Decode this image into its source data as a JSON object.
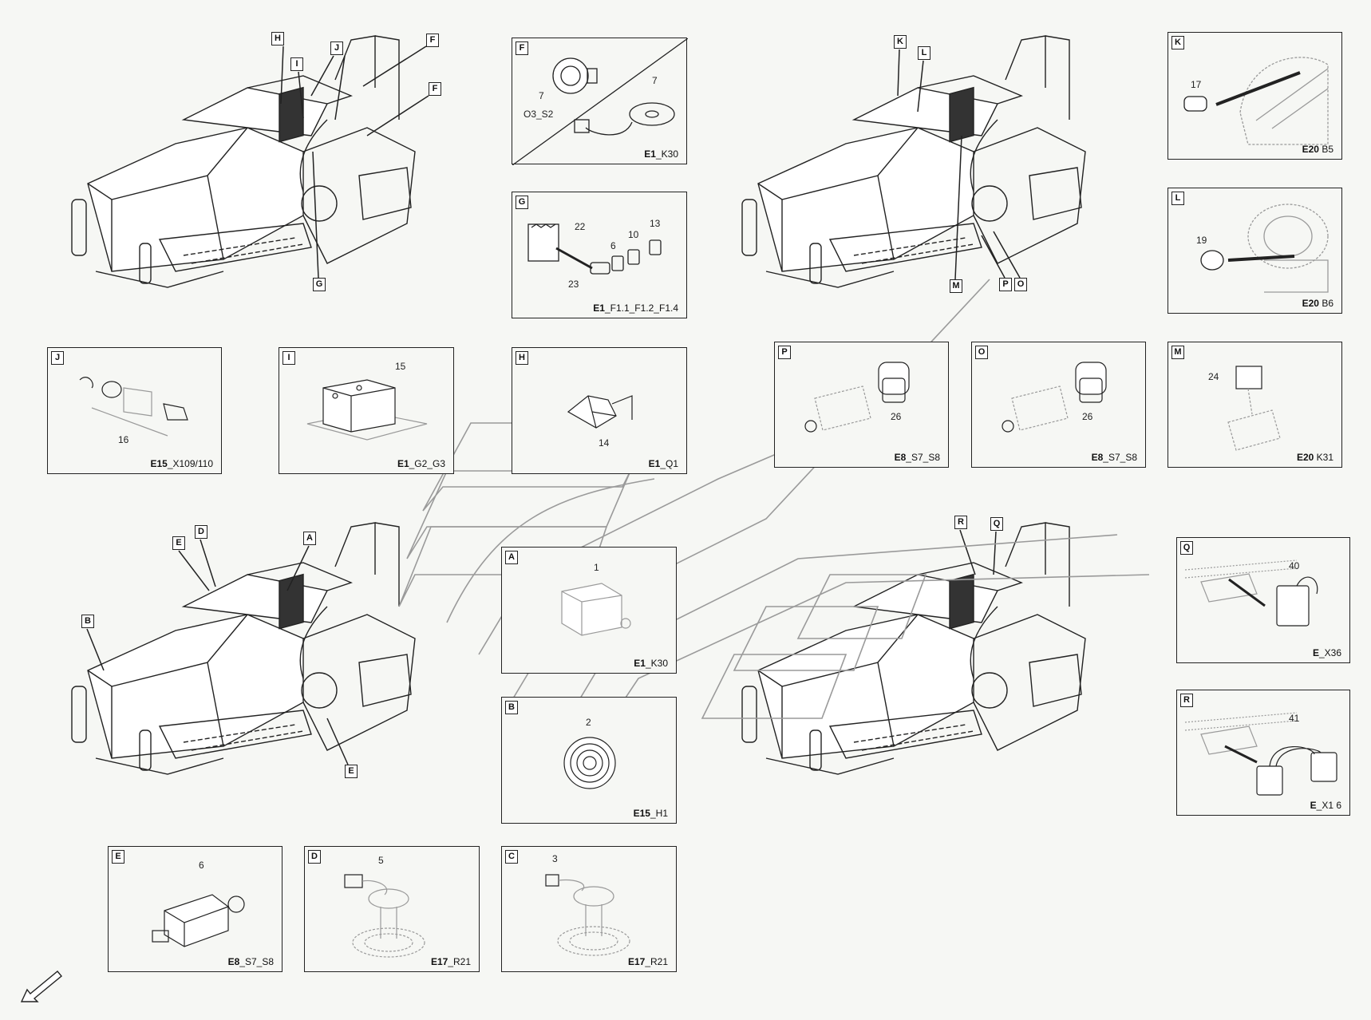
{
  "panels": {
    "F": {
      "letter": "F",
      "code_bold": "E1",
      "code_rest": "_K30",
      "nums": [
        "7",
        "O3_S2",
        "7"
      ]
    },
    "G": {
      "letter": "G",
      "code_bold": "E1",
      "code_rest": "_F1.1_F1.2_F1.4",
      "nums": [
        "22",
        "6",
        "10",
        "13",
        "23"
      ]
    },
    "K": {
      "letter": "K",
      "code_bold": "E20",
      "code_rest": " B5",
      "nums": [
        "17"
      ]
    },
    "L": {
      "letter": "L",
      "code_bold": "E20",
      "code_rest": " B6",
      "nums": [
        "19"
      ]
    },
    "J": {
      "letter": "J",
      "code_bold": "E15",
      "code_rest": "_X109/110",
      "nums": [
        "16"
      ]
    },
    "I": {
      "letter": "I",
      "code_bold": "E1",
      "code_rest": "_G2_G3",
      "nums": [
        "15"
      ]
    },
    "H": {
      "letter": "H",
      "code_bold": "E1",
      "code_rest": "_Q1",
      "nums": [
        "14"
      ]
    },
    "P": {
      "letter": "P",
      "code_bold": "E8",
      "code_rest": "_S7_S8",
      "nums": [
        "26"
      ]
    },
    "O": {
      "letter": "O",
      "code_bold": "E8",
      "code_rest": "_S7_S8",
      "nums": [
        "26"
      ]
    },
    "M": {
      "letter": "M",
      "code_bold": "E20",
      "code_rest": " K31",
      "nums": [
        "24"
      ]
    },
    "A": {
      "letter": "A",
      "code_bold": "E1",
      "code_rest": "_K30",
      "nums": [
        "1"
      ]
    },
    "B": {
      "letter": "B",
      "code_bold": "E15",
      "code_rest": "_H1",
      "nums": [
        "2"
      ]
    },
    "Q": {
      "letter": "Q",
      "code_bold": "E",
      "code_rest": "_X36",
      "nums": [
        "40"
      ]
    },
    "R": {
      "letter": "R",
      "code_bold": "E",
      "code_rest": "_X1 6",
      "nums": [
        "41"
      ]
    },
    "E": {
      "letter": "E",
      "code_bold": "E8",
      "code_rest": "_S7_S8",
      "nums": [
        "6"
      ]
    },
    "D": {
      "letter": "D",
      "code_bold": "E17",
      "code_rest": "_R21",
      "nums": [
        "5"
      ]
    },
    "C": {
      "letter": "C",
      "code_bold": "E17",
      "code_rest": "_R21",
      "nums": [
        "3"
      ]
    }
  },
  "callouts": {
    "m1": [
      "H",
      "I",
      "J",
      "F",
      "F",
      "G"
    ],
    "m2": [
      "K",
      "L",
      "M",
      "P",
      "O"
    ],
    "m3": [
      "E",
      "D",
      "A",
      "B",
      "E"
    ],
    "m4": [
      "R",
      "Q"
    ]
  },
  "colors": {
    "line": "#222222",
    "background": "#f6f7f4",
    "sketch": "#9a9a9a"
  },
  "icons": [
    "paver-machine-illustration",
    "north-arrow-icon"
  ]
}
